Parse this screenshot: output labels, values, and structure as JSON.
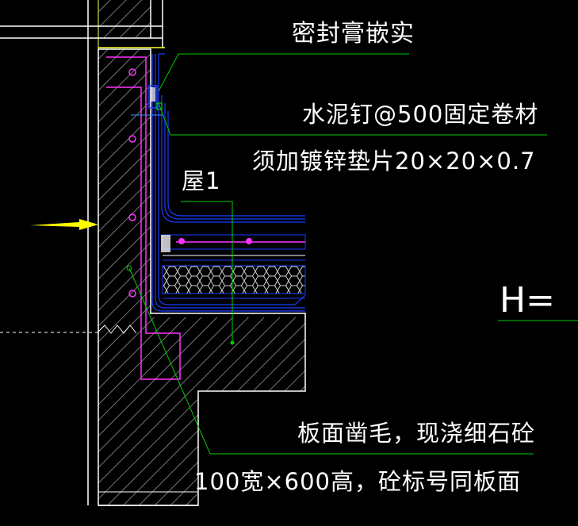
{
  "annotations": {
    "sealant": "密封膏嵌实",
    "nail_line1": "水泥钉@500固定卷材",
    "nail_line2": "须加镀锌垫片20×20×0.7",
    "roof_tag": "屋1",
    "curb_line1": "板面凿毛，现浇细石砼",
    "curb_line2": "100宽×600高，砼标号同板面",
    "elevation": "H="
  },
  "colors": {
    "background": "#000000",
    "label_text": "#ffffff",
    "leader_line": "#00ff00",
    "outline": "#1a3cff",
    "wall_outline": "#ffffff",
    "magenta": "#ff00ff",
    "yellow": "#ffff00",
    "hatch": "#b8b8b8"
  },
  "icons": {
    "arrow": "yellow-arrow-icon",
    "rebar_dot": "rebar-dot-icon"
  }
}
